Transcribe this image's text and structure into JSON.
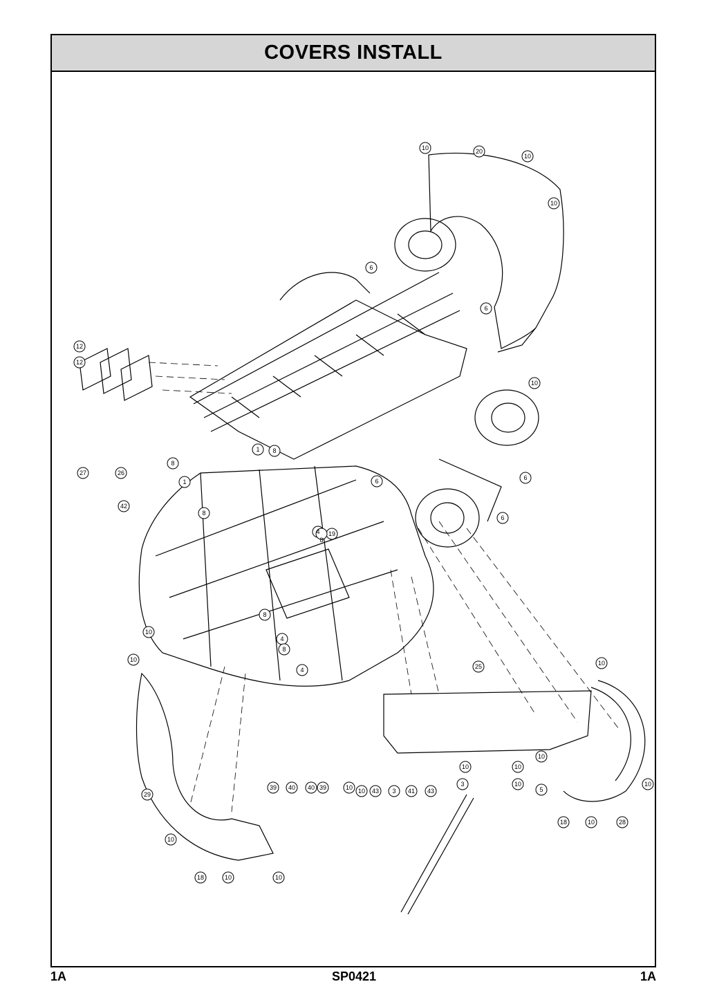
{
  "header": {
    "title": "COVERS INSTALL"
  },
  "footer": {
    "left": "1A",
    "center": "SP0421",
    "right": "1A"
  },
  "callouts": [
    "10",
    "20",
    "10",
    "10",
    "6",
    "6",
    "10",
    "12",
    "12",
    "27",
    "26",
    "8",
    "1",
    "8",
    "1",
    "8",
    "42",
    "6",
    "6",
    "6",
    "4",
    "19",
    "8",
    "8",
    "4",
    "8",
    "4",
    "10",
    "10",
    "25",
    "10",
    "29",
    "39",
    "40",
    "40",
    "39",
    "10",
    "10",
    "43",
    "3",
    "41",
    "43",
    "3",
    "10",
    "10",
    "5",
    "10",
    "18",
    "10",
    "28",
    "10",
    "18",
    "10",
    "10",
    "10",
    "10"
  ]
}
